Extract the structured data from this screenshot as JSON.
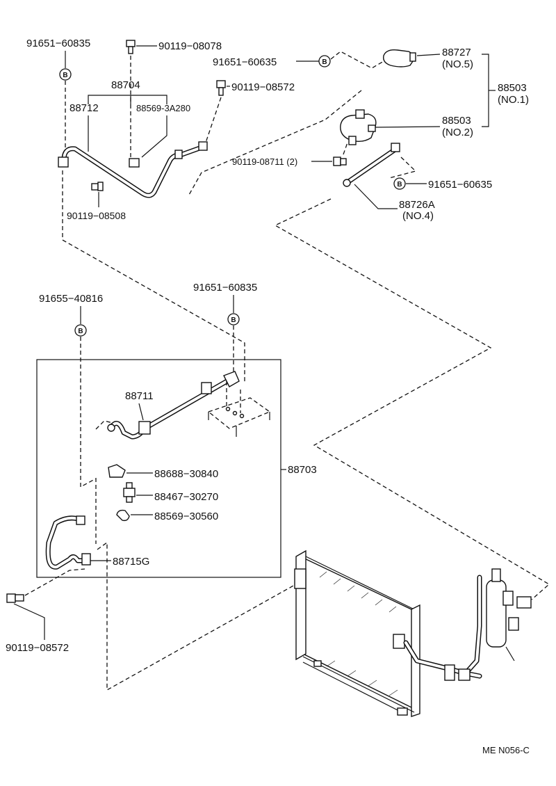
{
  "diagram": {
    "code": "ME  N056-C",
    "labels": {
      "p9165160835_top": "91651−60835",
      "p9011908078": "90119−08078",
      "p9165160635_top": "91651−60635",
      "p88727": "88727",
      "p88727_no": "(NO.5)",
      "p88503_group": "88503",
      "p88503_group_no": "(NO.1)",
      "p88704": "88704",
      "p88712": "88712",
      "p88569_3a280": "88569-3A280",
      "p9011908572_top": "90119−08572",
      "p88503_no2": "88503",
      "p88503_no2_no": "(NO.2)",
      "p9011908711": "90119-08711 (2)",
      "p9165160635_right": "91651−60635",
      "p88726a": "88726A",
      "p88726a_no": "(NO.4)",
      "p9011908508": "90119−08508",
      "p9165540816": "91655−40816",
      "p9165160835_mid": "91651−60835",
      "p88711": "88711",
      "p88688": "88688−30840",
      "p88703": "88703",
      "p88467": "88467−30270",
      "p88569_30560": "88569−30560",
      "p88715g": "88715G",
      "p9011908572_bottom": "90119−08572"
    },
    "badge_letter": "B"
  }
}
